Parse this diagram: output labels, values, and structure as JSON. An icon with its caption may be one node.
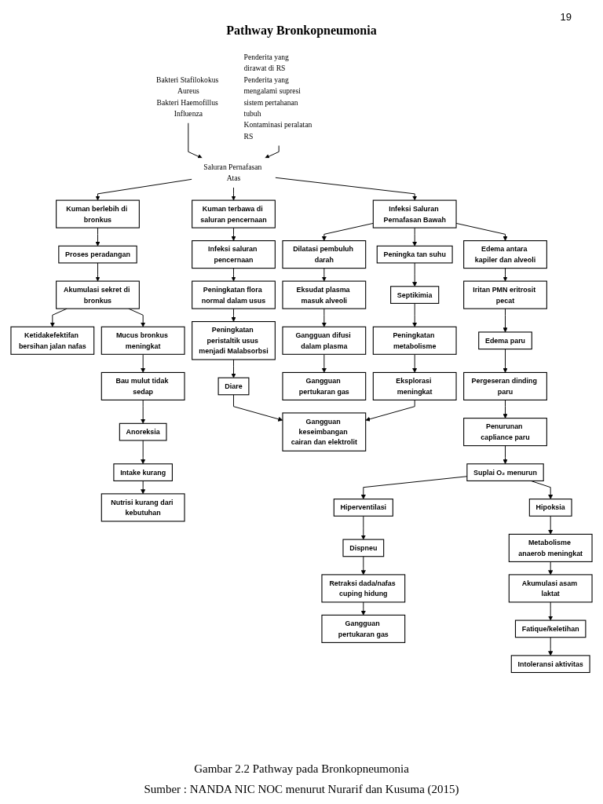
{
  "diagram": {
    "title": "Pathway Bronkopneumonia",
    "caption": "Gambar 2.2 Pathway pada Bronkopneumonia",
    "nodes": [
      {
        "text": [
          "Bakteri Stafilokokus Aureus",
          "Bakteri Haemofillus Influenza"
        ]
      },
      {
        "text": [
          "Penderita yang dirawat di RS",
          "Penderita yang mengalami supresi sistem pertahanan tubuh",
          "Kontaminasi peralatan RS"
        ]
      },
      {
        "text": [
          "Saluran Pernafasan Atas"
        ]
      },
      {
        "text": [
          "Kuman berlebih di bronkus"
        ]
      },
      {
        "text": [
          "Kuman terbawa di saluran pencernaan"
        ]
      },
      {
        "text": [
          "Infeksi Saluran Pernafasan Bawah"
        ]
      },
      {
        "text": [
          "Proses peradangan"
        ]
      },
      {
        "text": [
          "Akumulasi sekret di bronkus"
        ]
      },
      {
        "text": [
          "Ketidakefektifan bersihan jalan nafas"
        ]
      },
      {
        "text": [
          "Mucus bronkus meningkat"
        ]
      },
      {
        "text": [
          "Bau mulut tidak sedap"
        ]
      },
      {
        "text": [
          "Anoreksia"
        ]
      },
      {
        "text": [
          "Intake kurang"
        ]
      },
      {
        "text": [
          "Nutrisi kurang dari kebutuhan"
        ]
      },
      {
        "text": [
          "Infeksi saluran pencernaan"
        ]
      },
      {
        "text": [
          "Peningkatan flora normal dalam usus"
        ]
      },
      {
        "text": [
          "Peningkatan peristaltik usus menjadi Malabsorbsi"
        ]
      },
      {
        "text": [
          "Diare"
        ]
      },
      {
        "text": [
          "Gangguan keseimbangan cairan dan elektrolit"
        ]
      },
      {
        "text": [
          "Dilatasi pembuluh darah"
        ]
      },
      {
        "text": [
          "Peningka tan suhu"
        ]
      },
      {
        "text": [
          "Edema antara kapiler dan alveoli"
        ]
      },
      {
        "text": [
          "Eksudat plasma masuk alveoli"
        ]
      },
      {
        "text": [
          "Gangguan difusi dalam plasma"
        ]
      },
      {
        "text": [
          "Gangguan pertukaran gas"
        ]
      },
      {
        "text": [
          "Septikimia"
        ]
      },
      {
        "text": [
          "Peningkatan metabolisme"
        ]
      },
      {
        "text": [
          "Eksplorasi meningkat"
        ]
      },
      {
        "text": [
          "Iritan PMN eritrosit pecat"
        ]
      },
      {
        "text": [
          "Edema paru"
        ]
      },
      {
        "text": [
          "Pergeseran dinding paru"
        ]
      },
      {
        "text": [
          "Penurunan capliance paru"
        ]
      },
      {
        "text": [
          "Suplai O₂ menurun"
        ]
      },
      {
        "text": [
          "Hipoksia"
        ]
      },
      {
        "text": [
          "Hiperventilasi"
        ]
      },
      {
        "text": [
          "Dispneu"
        ]
      },
      {
        "text": [
          "Retraksi dada/nafas cuping hidung"
        ]
      },
      {
        "text": [
          "Gangguan pertukaran gas"
        ]
      },
      {
        "text": [
          "Metabolisme anaerob meningkat"
        ]
      },
      {
        "text": [
          "Akumulasi asam laktat"
        ]
      },
      {
        "text": [
          "Fatique/keletihan"
        ]
      },
      {
        "text": [
          "Intoleransi aktivitas"
        ]
      }
    ],
    "edges": [
      {
        "from": 0,
        "to": 2,
        "arrow": "to"
      },
      {
        "from": 1,
        "to": 2,
        "arrow": "to"
      },
      {
        "from": 2,
        "to": 3,
        "arrow": "to"
      },
      {
        "from": 2,
        "to": 4,
        "arrow": "to"
      },
      {
        "from": 2,
        "to": 5,
        "arrow": "to"
      },
      {
        "from": 3,
        "to": 6,
        "arrow": "to"
      },
      {
        "from": 6,
        "to": 7,
        "arrow": "to"
      },
      {
        "from": 7,
        "to": 8,
        "arrow": "to"
      },
      {
        "from": 7,
        "to": 9,
        "arrow": "to"
      },
      {
        "from": 9,
        "to": 10,
        "arrow": "to"
      },
      {
        "from": 10,
        "to": 11,
        "arrow": "to"
      },
      {
        "from": 11,
        "to": 12,
        "arrow": "to"
      },
      {
        "from": 12,
        "to": 13,
        "arrow": "to"
      },
      {
        "from": 4,
        "to": 14,
        "arrow": "to"
      },
      {
        "from": 14,
        "to": 15,
        "arrow": "to"
      },
      {
        "from": 15,
        "to": 16,
        "arrow": "to"
      },
      {
        "from": 16,
        "to": 17,
        "arrow": "to"
      },
      {
        "from": 17,
        "to": 18,
        "arrow": "to"
      },
      {
        "from": 5,
        "to": 19,
        "arrow": "to"
      },
      {
        "from": 5,
        "to": 20,
        "arrow": "to"
      },
      {
        "from": 5,
        "to": 21,
        "arrow": "to"
      },
      {
        "from": 19,
        "to": 22,
        "arrow": "to"
      },
      {
        "from": 22,
        "to": 23,
        "arrow": "to"
      },
      {
        "from": 23,
        "to": 24,
        "arrow": "to"
      },
      {
        "from": 20,
        "to": 25,
        "arrow": "to"
      },
      {
        "from": 25,
        "to": 26,
        "arrow": "to"
      },
      {
        "from": 26,
        "to": 27,
        "arrow": "to"
      },
      {
        "from": 27,
        "to": 18,
        "arrow": "to"
      },
      {
        "from": 21,
        "to": 28,
        "arrow": "to"
      },
      {
        "from": 28,
        "to": 29,
        "arrow": "to"
      },
      {
        "from": 29,
        "to": 30,
        "arrow": "to"
      },
      {
        "from": 30,
        "to": 31,
        "arrow": "to"
      },
      {
        "from": 31,
        "to": 32,
        "arrow": "to"
      },
      {
        "from": 32,
        "to": 33,
        "arrow": "to"
      },
      {
        "from": 32,
        "to": 34,
        "arrow": "to"
      },
      {
        "from": 34,
        "to": 35,
        "arrow": "to"
      },
      {
        "from": 35,
        "to": 36,
        "arrow": "to"
      },
      {
        "from": 36,
        "to": 37,
        "arrow": "to"
      },
      {
        "from": 33,
        "to": 38,
        "arrow": "to"
      },
      {
        "from": 38,
        "to": 39,
        "arrow": "to"
      },
      {
        "from": 39,
        "to": 40,
        "arrow": "to"
      },
      {
        "from": 40,
        "to": 41,
        "arrow": "to"
      }
    ],
    "labels": [
      "19",
      "Sumber : NANDA NIC NOC menurut Nurarif dan Kusuma (2015)"
    ]
  }
}
